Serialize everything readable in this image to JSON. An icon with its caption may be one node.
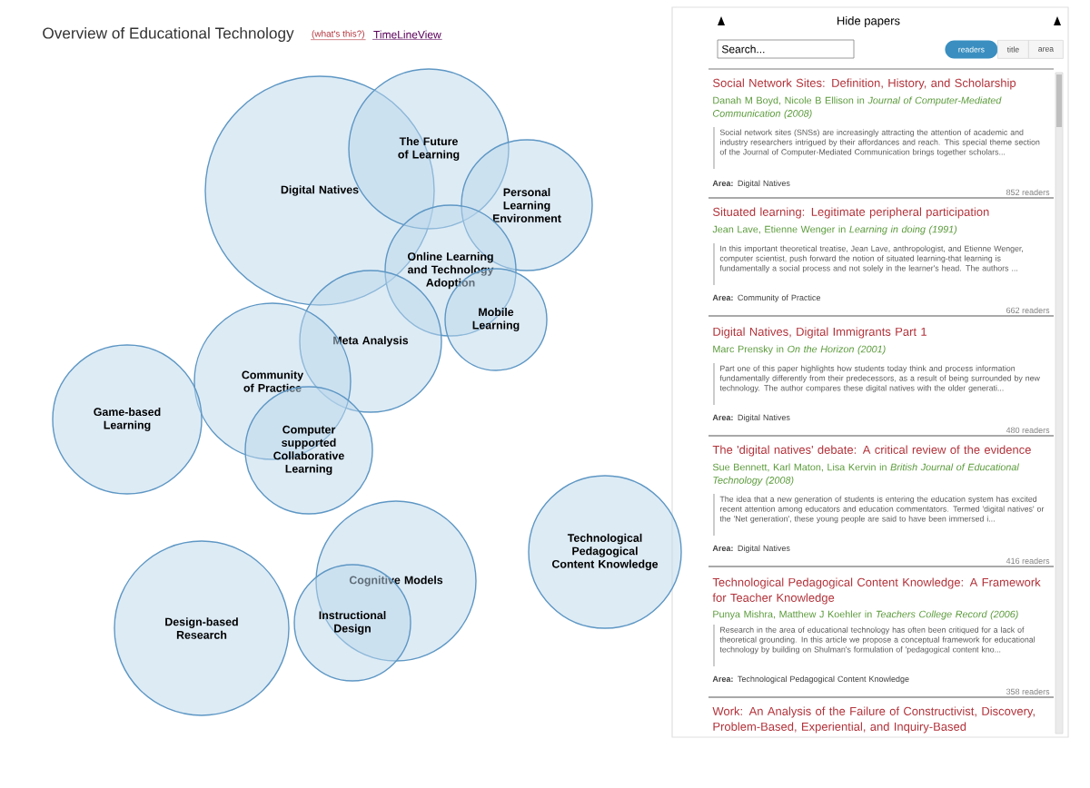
{
  "diagram": {
    "title": "Overview of Educational Technology",
    "nodes": [
      {
        "text": [
          "Digital Natives"
        ]
      },
      {
        "text": [
          "The Future of Learning"
        ]
      },
      {
        "text": [
          "Personal Learning Environment"
        ]
      },
      {
        "text": [
          "Online Learning and Technology Adoption"
        ]
      },
      {
        "text": [
          "Mobile Learning"
        ]
      },
      {
        "text": [
          "Meta Analysis"
        ]
      },
      {
        "text": [
          "Community of Practice"
        ]
      },
      {
        "text": [
          "Game-based Learning"
        ]
      },
      {
        "text": [
          "Computer supported Collaborative Learning"
        ]
      },
      {
        "text": [
          "Technological Pedagogical Content Knowledge"
        ]
      },
      {
        "text": [
          "Cognitive Models"
        ]
      },
      {
        "text": [
          "Design-based Research"
        ]
      },
      {
        "text": [
          "Instructional Design"
        ]
      }
    ],
    "labels": [
      "(what's this?)",
      "TimeLineView",
      "Hide papers",
      "Search...",
      "readers",
      "title",
      "area",
      "Social Network Sites: Definition, History, and Scholarship",
      "Danah M Boyd, Nicole B Ellison in *Journal of Computer-Mediated Communication (2008)*",
      "Social network sites (SNSs) are increasingly attracting the attention of academic and industry researchers intrigued by their affordances and reach. This special theme section of the Journal of Computer-Mediated Communication brings together scholars...",
      "**Area:** Digital Natives",
      "852 readers",
      "Situated learning: Legitimate peripheral participation",
      "Jean Lave, Etienne Wenger in *Learning in doing (1991)*",
      "In this important theoretical treatise, Jean Lave, anthropologist, and Etienne Wenger, computer scientist, push forward the notion of situated learning-that learning is fundamentally a social process and not solely in the learner's head. The authors ...",
      "**Area:** Community of Practice",
      "662 readers",
      "Digital Natives, Digital Immigrants Part 1",
      "Marc Prensky in *On the Horizon (2001)*",
      "Part one of this paper highlights how students today think and process information fundamentally differently from their predecessors, as a result of being surrounded by new technology. The author compares these digital natives with the older generati...",
      "**Area:** Digital Natives",
      "480 readers",
      "The 'digital natives' debate: A critical review of the evidence",
      "Sue Bennett, Karl Maton, Lisa Kervin in *British Journal of Educational Technology (2008)*",
      "The idea that a new generation of students is entering the education system has excited recent attention among educators and education commentators. Termed 'digital natives' or the 'Net generation', these young people are said to have been immersed i...",
      "**Area:** Digital Natives",
      "416 readers",
      "Technological Pedagogical Content Knowledge: A Framework for Teacher Knowledge",
      "Punya Mishra, Matthew J Koehler in *Teachers College Record (2006)*",
      "Research in the area of educational technology has often been critiqued for a lack of theoretical grounding. In this article we propose a conceptual framework for educational technology by building on Shulman's formulation of 'pedagogical content kno...",
      "**Area:** Technological Pedagogical Content Knowledge",
      "358 readers",
      "Work: An Analysis of the Failure of Constructivist, Discovery, Problem-Based, Experiential, and Inquiry-Based"
    ]
  }
}
